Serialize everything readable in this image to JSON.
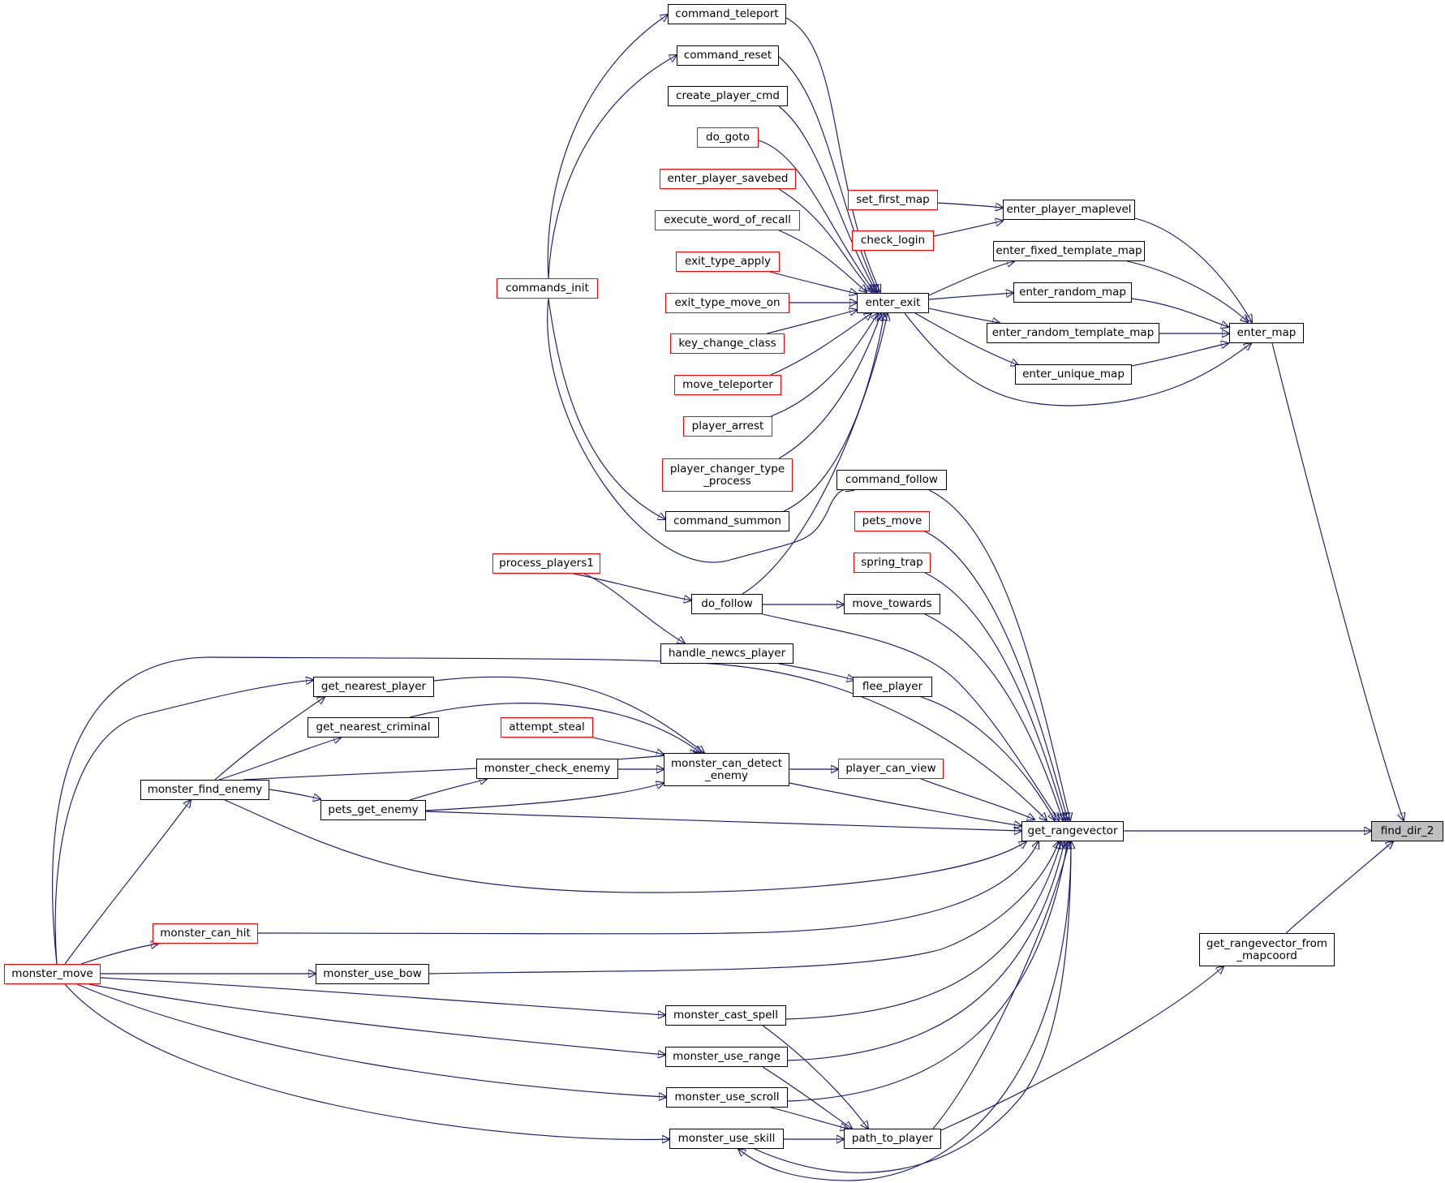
{
  "graph": {
    "kind": "caller-graph",
    "target": "find_dir_2",
    "edge_color": "#191970",
    "node_colors": {
      "normal_border": "#000000",
      "truncated_border": "#ff0000",
      "current_fill": "#bfbfbf"
    },
    "nodes": [
      {
        "id": "find_dir_2",
        "label": "find_dir_2",
        "style": "current"
      },
      {
        "id": "get_rangevector",
        "label": "get_rangevector",
        "style": "normal"
      },
      {
        "id": "get_rangevector_from_mapcoord",
        "label": "get_rangevector_from\n_mapcoord",
        "style": "normal"
      },
      {
        "id": "enter_map",
        "label": "enter_map",
        "style": "normal"
      },
      {
        "id": "enter_player_maplevel",
        "label": "enter_player_maplevel",
        "style": "normal"
      },
      {
        "id": "enter_fixed_template_map",
        "label": "enter_fixed_template_map",
        "style": "normal"
      },
      {
        "id": "enter_random_map",
        "label": "enter_random_map",
        "style": "normal"
      },
      {
        "id": "enter_random_template_map",
        "label": "enter_random_template_map",
        "style": "normal"
      },
      {
        "id": "enter_unique_map",
        "label": "enter_unique_map",
        "style": "normal"
      },
      {
        "id": "set_first_map",
        "label": "set_first_map",
        "style": "truncated"
      },
      {
        "id": "check_login",
        "label": "check_login",
        "style": "truncated"
      },
      {
        "id": "enter_exit",
        "label": "enter_exit",
        "style": "normal"
      },
      {
        "id": "command_teleport",
        "label": "command_teleport",
        "style": "normal"
      },
      {
        "id": "command_reset",
        "label": "command_reset",
        "style": "normal"
      },
      {
        "id": "create_player_cmd",
        "label": "create_player_cmd",
        "style": "normal"
      },
      {
        "id": "do_goto",
        "label": "do_goto",
        "style": "truncated"
      },
      {
        "id": "enter_player_savebed",
        "label": "enter_player_savebed",
        "style": "truncated"
      },
      {
        "id": "execute_word_of_recall",
        "label": "execute_word_of_recall",
        "style": "truncated"
      },
      {
        "id": "exit_type_apply",
        "label": "exit_type_apply",
        "style": "truncated"
      },
      {
        "id": "exit_type_move_on",
        "label": "exit_type_move_on",
        "style": "truncated"
      },
      {
        "id": "key_change_class",
        "label": "key_change_class",
        "style": "truncated"
      },
      {
        "id": "move_teleporter",
        "label": "move_teleporter",
        "style": "truncated"
      },
      {
        "id": "player_arrest",
        "label": "player_arrest",
        "style": "truncated"
      },
      {
        "id": "player_changer_type_process",
        "label": "player_changer_type\n_process",
        "style": "truncated"
      },
      {
        "id": "command_summon",
        "label": "command_summon",
        "style": "normal"
      },
      {
        "id": "commands_init",
        "label": "commands_init",
        "style": "truncated"
      },
      {
        "id": "command_follow",
        "label": "command_follow",
        "style": "normal"
      },
      {
        "id": "pets_move",
        "label": "pets_move",
        "style": "truncated"
      },
      {
        "id": "spring_trap",
        "label": "spring_trap",
        "style": "truncated"
      },
      {
        "id": "process_players1",
        "label": "process_players1",
        "style": "truncated"
      },
      {
        "id": "do_follow",
        "label": "do_follow",
        "style": "normal"
      },
      {
        "id": "move_towards",
        "label": "move_towards",
        "style": "normal"
      },
      {
        "id": "handle_newcs_player",
        "label": "handle_newcs_player",
        "style": "normal"
      },
      {
        "id": "flee_player",
        "label": "flee_player",
        "style": "normal"
      },
      {
        "id": "get_nearest_player",
        "label": "get_nearest_player",
        "style": "normal"
      },
      {
        "id": "get_nearest_criminal",
        "label": "get_nearest_criminal",
        "style": "normal"
      },
      {
        "id": "attempt_steal",
        "label": "attempt_steal",
        "style": "truncated"
      },
      {
        "id": "monster_check_enemy",
        "label": "monster_check_enemy",
        "style": "normal"
      },
      {
        "id": "monster_can_detect_enemy",
        "label": "monster_can_detect\n_enemy",
        "style": "normal"
      },
      {
        "id": "player_can_view",
        "label": "player_can_view",
        "style": "truncated"
      },
      {
        "id": "monster_find_enemy",
        "label": "monster_find_enemy",
        "style": "normal"
      },
      {
        "id": "pets_get_enemy",
        "label": "pets_get_enemy",
        "style": "normal"
      },
      {
        "id": "monster_can_hit",
        "label": "monster_can_hit",
        "style": "truncated"
      },
      {
        "id": "monster_move",
        "label": "monster_move",
        "style": "truncated"
      },
      {
        "id": "monster_use_bow",
        "label": "monster_use_bow",
        "style": "normal"
      },
      {
        "id": "monster_cast_spell",
        "label": "monster_cast_spell",
        "style": "normal"
      },
      {
        "id": "monster_use_range",
        "label": "monster_use_range",
        "style": "normal"
      },
      {
        "id": "monster_use_scroll",
        "label": "monster_use_scroll",
        "style": "normal"
      },
      {
        "id": "monster_use_skill",
        "label": "monster_use_skill",
        "style": "normal"
      },
      {
        "id": "path_to_player",
        "label": "path_to_player",
        "style": "normal"
      }
    ],
    "edges": [
      {
        "from": "get_rangevector",
        "to": "find_dir_2"
      },
      {
        "from": "enter_map",
        "to": "find_dir_2"
      },
      {
        "from": "get_rangevector_from_mapcoord",
        "to": "find_dir_2"
      },
      {
        "from": "enter_player_maplevel",
        "to": "enter_map"
      },
      {
        "from": "enter_fixed_template_map",
        "to": "enter_map"
      },
      {
        "from": "enter_random_map",
        "to": "enter_map"
      },
      {
        "from": "enter_random_template_map",
        "to": "enter_map"
      },
      {
        "from": "enter_unique_map",
        "to": "enter_map"
      },
      {
        "from": "enter_exit",
        "to": "enter_map"
      },
      {
        "from": "set_first_map",
        "to": "enter_player_maplevel"
      },
      {
        "from": "check_login",
        "to": "enter_player_maplevel"
      },
      {
        "from": "enter_exit",
        "to": "enter_fixed_template_map"
      },
      {
        "from": "enter_exit",
        "to": "enter_random_map"
      },
      {
        "from": "enter_exit",
        "to": "enter_random_template_map"
      },
      {
        "from": "enter_exit",
        "to": "enter_unique_map"
      },
      {
        "from": "command_teleport",
        "to": "enter_exit"
      },
      {
        "from": "command_reset",
        "to": "enter_exit"
      },
      {
        "from": "create_player_cmd",
        "to": "enter_exit"
      },
      {
        "from": "do_goto",
        "to": "enter_exit"
      },
      {
        "from": "enter_player_savebed",
        "to": "enter_exit"
      },
      {
        "from": "execute_word_of_recall",
        "to": "enter_exit"
      },
      {
        "from": "exit_type_apply",
        "to": "enter_exit"
      },
      {
        "from": "exit_type_move_on",
        "to": "enter_exit"
      },
      {
        "from": "key_change_class",
        "to": "enter_exit"
      },
      {
        "from": "move_teleporter",
        "to": "enter_exit"
      },
      {
        "from": "player_arrest",
        "to": "enter_exit"
      },
      {
        "from": "player_changer_type_process",
        "to": "enter_exit"
      },
      {
        "from": "command_summon",
        "to": "enter_exit"
      },
      {
        "from": "do_follow",
        "to": "enter_exit"
      },
      {
        "from": "commands_init",
        "to": "command_teleport"
      },
      {
        "from": "commands_init",
        "to": "command_reset"
      },
      {
        "from": "commands_init",
        "to": "command_summon"
      },
      {
        "from": "commands_init",
        "to": "command_follow"
      },
      {
        "from": "command_follow",
        "to": "get_rangevector"
      },
      {
        "from": "pets_move",
        "to": "get_rangevector"
      },
      {
        "from": "spring_trap",
        "to": "get_rangevector"
      },
      {
        "from": "move_towards",
        "to": "get_rangevector"
      },
      {
        "from": "do_follow",
        "to": "get_rangevector"
      },
      {
        "from": "flee_player",
        "to": "get_rangevector"
      },
      {
        "from": "player_can_view",
        "to": "get_rangevector"
      },
      {
        "from": "monster_can_detect_enemy",
        "to": "get_rangevector"
      },
      {
        "from": "pets_get_enemy",
        "to": "get_rangevector"
      },
      {
        "from": "monster_find_enemy",
        "to": "get_rangevector"
      },
      {
        "from": "monster_can_hit",
        "to": "get_rangevector"
      },
      {
        "from": "monster_use_bow",
        "to": "get_rangevector"
      },
      {
        "from": "monster_cast_spell",
        "to": "get_rangevector"
      },
      {
        "from": "monster_use_range",
        "to": "get_rangevector"
      },
      {
        "from": "monster_use_scroll",
        "to": "get_rangevector"
      },
      {
        "from": "monster_use_skill",
        "to": "get_rangevector"
      },
      {
        "from": "path_to_player",
        "to": "get_rangevector"
      },
      {
        "from": "monster_move",
        "to": "get_rangevector"
      },
      {
        "from": "path_to_player",
        "to": "get_rangevector_from_mapcoord"
      },
      {
        "from": "process_players1",
        "to": "do_follow"
      },
      {
        "from": "process_players1",
        "to": "handle_newcs_player"
      },
      {
        "from": "do_follow",
        "to": "move_towards"
      },
      {
        "from": "handle_newcs_player",
        "to": "flee_player"
      },
      {
        "from": "monster_can_detect_enemy",
        "to": "player_can_view"
      },
      {
        "from": "get_nearest_player",
        "to": "monster_can_detect_enemy"
      },
      {
        "from": "get_nearest_criminal",
        "to": "monster_can_detect_enemy"
      },
      {
        "from": "attempt_steal",
        "to": "monster_can_detect_enemy"
      },
      {
        "from": "monster_check_enemy",
        "to": "monster_can_detect_enemy"
      },
      {
        "from": "pets_get_enemy",
        "to": "monster_can_detect_enemy"
      },
      {
        "from": "monster_find_enemy",
        "to": "monster_can_detect_enemy"
      },
      {
        "from": "monster_find_enemy",
        "to": "get_nearest_player"
      },
      {
        "from": "monster_find_enemy",
        "to": "get_nearest_criminal"
      },
      {
        "from": "pets_get_enemy",
        "to": "monster_check_enemy"
      },
      {
        "from": "monster_find_enemy",
        "to": "pets_get_enemy"
      },
      {
        "from": "monster_move",
        "to": "monster_find_enemy"
      },
      {
        "from": "monster_move",
        "to": "get_nearest_player"
      },
      {
        "from": "monster_move",
        "to": "monster_can_hit"
      },
      {
        "from": "monster_move",
        "to": "monster_use_bow"
      },
      {
        "from": "monster_move",
        "to": "monster_cast_spell"
      },
      {
        "from": "monster_move",
        "to": "monster_use_range"
      },
      {
        "from": "monster_move",
        "to": "monster_use_scroll"
      },
      {
        "from": "monster_move",
        "to": "monster_use_skill"
      },
      {
        "from": "monster_cast_spell",
        "to": "path_to_player"
      },
      {
        "from": "monster_use_range",
        "to": "path_to_player"
      },
      {
        "from": "monster_use_scroll",
        "to": "path_to_player"
      },
      {
        "from": "monster_use_skill",
        "to": "path_to_player"
      },
      {
        "from": "get_rangevector",
        "to": "monster_use_skill"
      }
    ]
  }
}
